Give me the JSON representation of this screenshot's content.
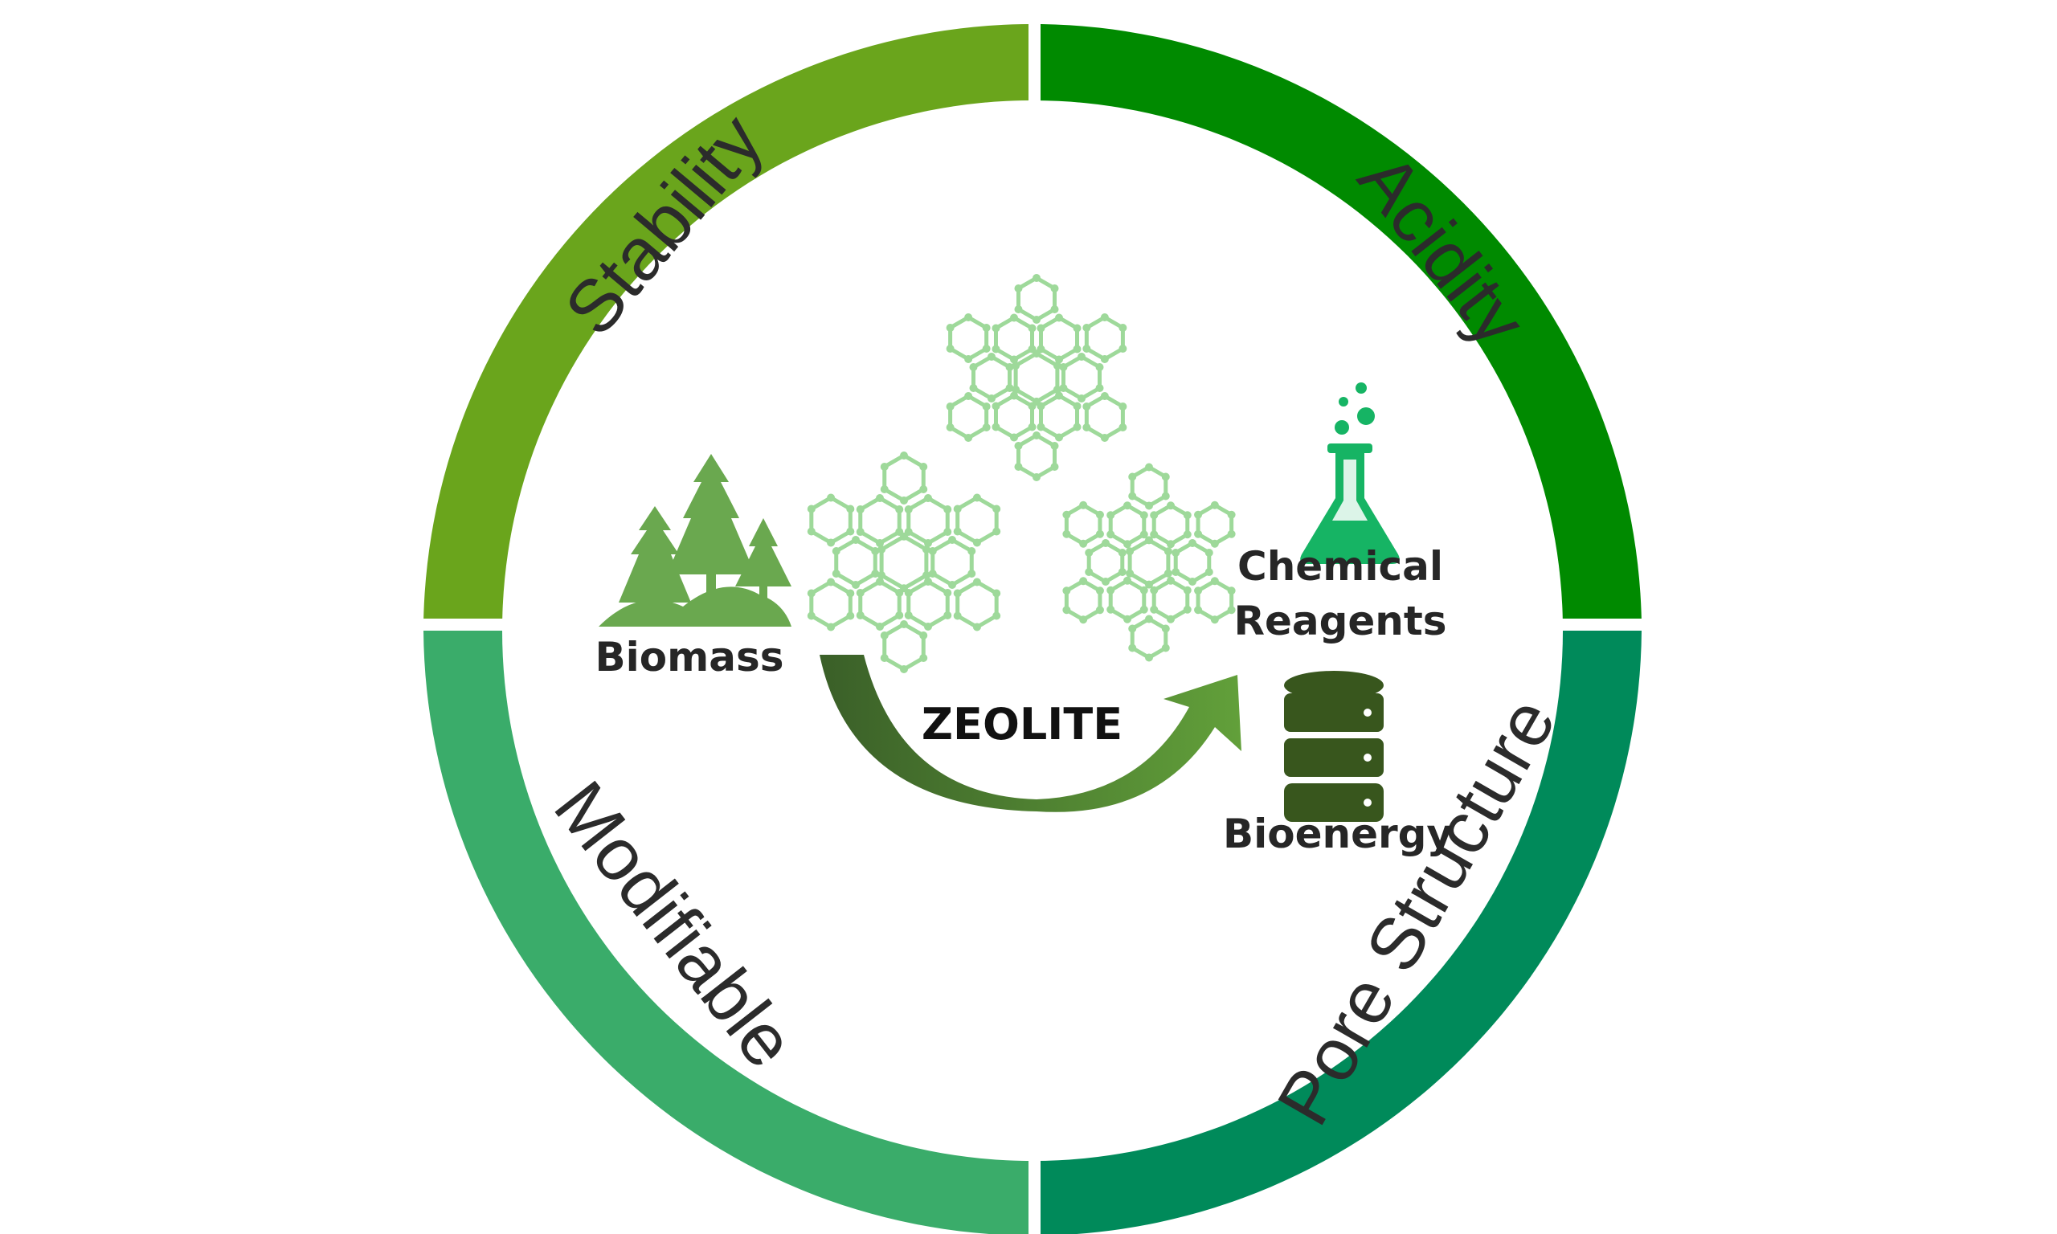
{
  "ring": {
    "segments": [
      {
        "key": "stability",
        "label": "Stability",
        "color": "#6aa51c"
      },
      {
        "key": "acidity",
        "label": "Acidity",
        "color": "#008a00"
      },
      {
        "key": "pore_structure",
        "label": "Pore Structure",
        "color": "#008a5a"
      },
      {
        "key": "modifiable",
        "label": "Modifiable",
        "color": "#3aac6a"
      }
    ]
  },
  "center": {
    "biomass_label": "Biomass",
    "process_label": "ZEOLITE",
    "chemical_label_line1": "Chemical",
    "chemical_label_line2": "Reagents",
    "bioenergy_label": "Bioenergy"
  },
  "colors": {
    "biomass_icon": "#6aa84f",
    "flask_icon": "#16b464",
    "database_icon": "#38561d",
    "arrow_dark": "#3a5f28",
    "arrow_light": "#62a03a",
    "zeolite_framework": "#9ed99a"
  },
  "icons": [
    "forest-icon",
    "zeolite-framework-icon",
    "arrow-icon",
    "flask-icon",
    "database-icon"
  ]
}
